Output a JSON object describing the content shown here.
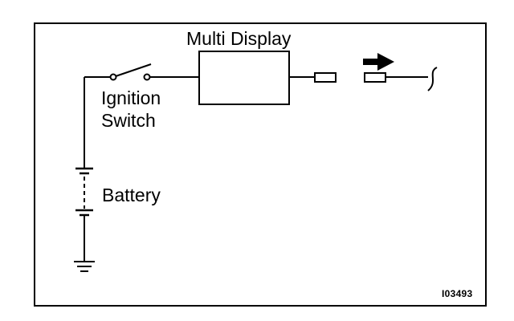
{
  "diagram": {
    "title": "Multi Display",
    "ignition_switch_line1": "Ignition",
    "ignition_switch_line2": "Switch",
    "battery_label": "Battery",
    "figure_code": "I03493",
    "stroke_color": "#000000",
    "background_color": "#ffffff",
    "icons": [
      "arrow-right-icon",
      "ground-symbol-icon",
      "wire-break-icon"
    ]
  }
}
